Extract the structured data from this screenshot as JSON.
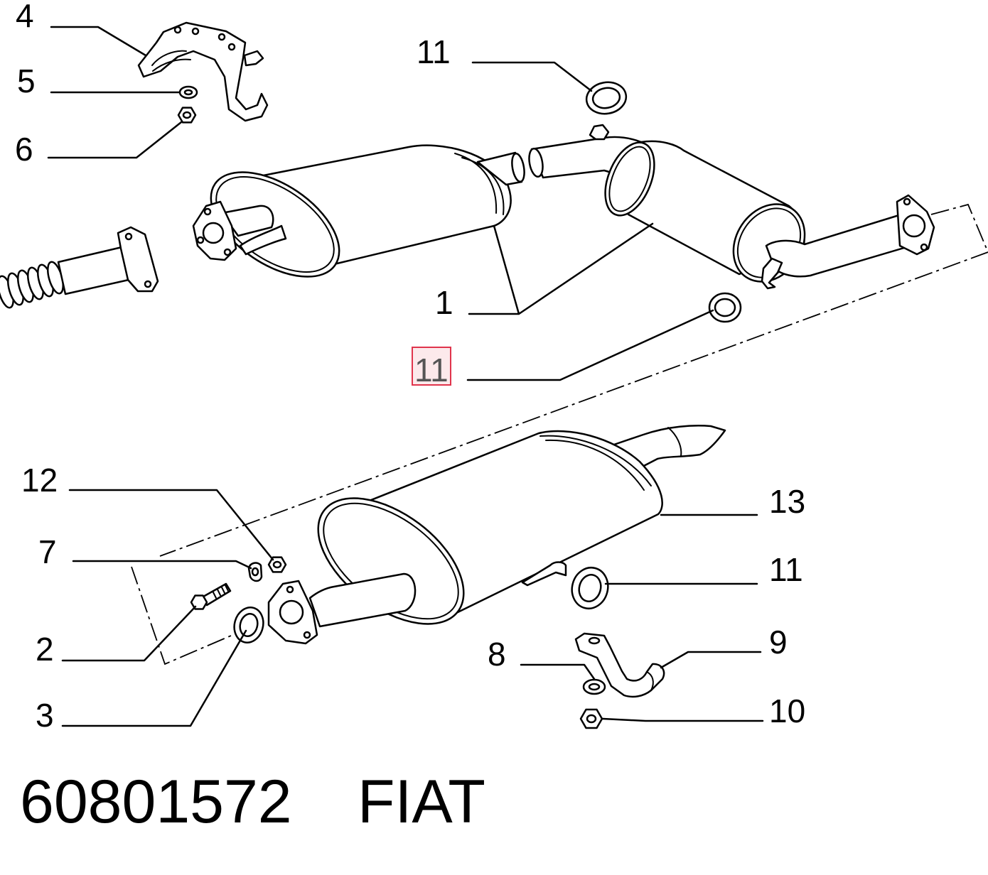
{
  "diagram": {
    "callouts": {
      "c4": "4",
      "c5": "5",
      "c6": "6",
      "c11_top": "11",
      "c1": "1",
      "c11_mid": "11",
      "c12": "12",
      "c7": "7",
      "c2": "2",
      "c3": "3",
      "c13": "13",
      "c11_right": "11",
      "c8": "8",
      "c9": "9",
      "c10": "10"
    },
    "part_number": "60801572",
    "brand": "FIAT"
  },
  "colors": {
    "line": "#000000",
    "background": "#ffffff",
    "highlight_stroke": "#e0344c",
    "highlight_fill": "#fbe3e6",
    "highlight_text": "#555555"
  }
}
